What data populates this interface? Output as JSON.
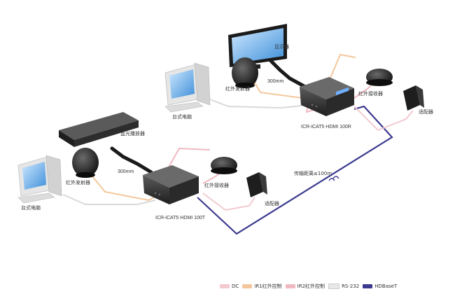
{
  "labels": {
    "display": "显示器",
    "ir_emitter_top": "红外发射器",
    "cable_len_top": "300mm",
    "ir_receiver_top": "红外接收器",
    "adapter_top": "适配器",
    "pc_top": "台式电脑",
    "receiver_model": "ICR-iCAT5 HDMI 100R",
    "bluray": "蓝光播放器",
    "ir_emitter_bottom": "红外发射器",
    "cable_len_bottom": "300mm",
    "ir_receiver_bottom": "红外接收器",
    "transmission": "传输距离≤100m",
    "adapter_bottom": "适配器",
    "pc_bottom": "台式电脑",
    "transmitter_model": "ICR-iCAT5 HDMI 100T"
  },
  "legend": [
    {
      "label": "DC",
      "color": "#f2c9cf"
    },
    {
      "label": "IR1红外控制",
      "color": "#f3c79b"
    },
    {
      "label": "IR2红外控制",
      "color": "#f0b9c0"
    },
    {
      "label": "RS-232",
      "color": "#e8e8e8"
    },
    {
      "label": "HDBaseT",
      "color": "#3c3a8f"
    }
  ],
  "colors": {
    "dc": "#f2c9cf",
    "ir1": "#f3c79b",
    "ir2": "#f0b9c0",
    "rs232": "#e8e8e8",
    "hdbaset": "#3c3a8f"
  }
}
